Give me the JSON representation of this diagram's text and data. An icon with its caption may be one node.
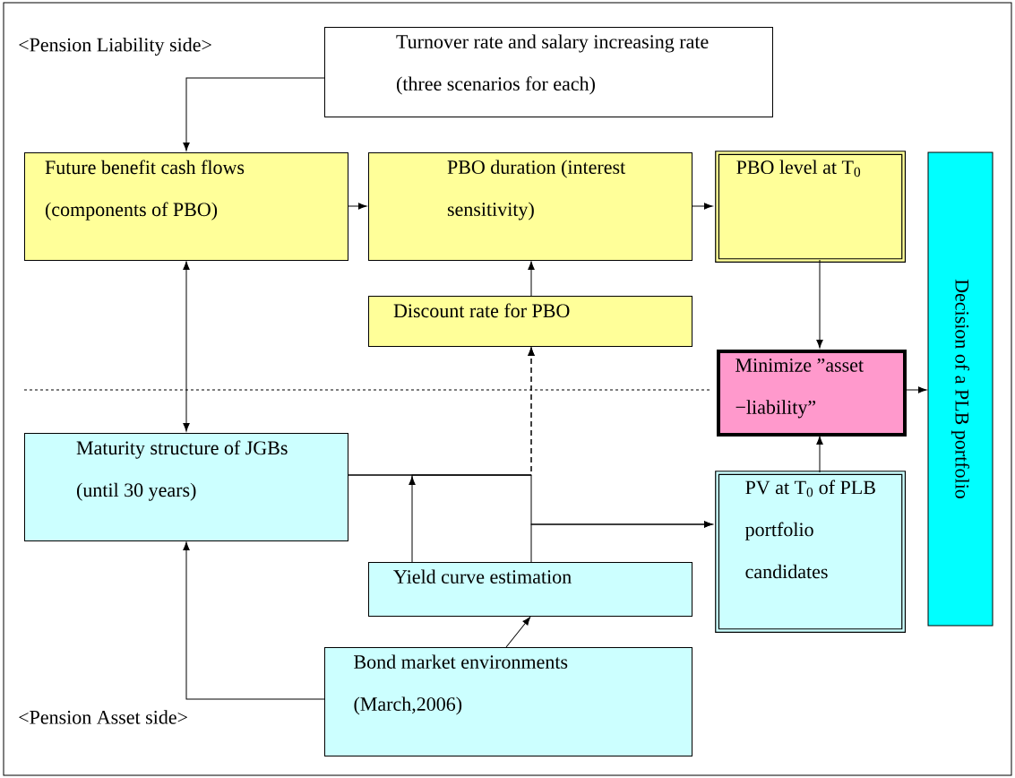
{
  "diagram": {
    "nodes": [
      {
        "text": [
          "Turnover rate and salary increasing rate (three scenarios for each)"
        ]
      },
      {
        "text": [
          "Future benefit cash flows (components of PBO)"
        ]
      },
      {
        "text": [
          "PBO duration (interest sensitivity)"
        ]
      },
      {
        "text": [
          "PBO level at T$_{0}$"
        ]
      },
      {
        "text": [
          "Discount rate for PBO"
        ]
      },
      {
        "text": [
          "Minimize ”asset −liability”"
        ]
      },
      {
        "text": [
          "Decision of a PLB portfolio"
        ]
      },
      {
        "text": [
          "Maturity structure of JGBs (until 30 years)"
        ]
      },
      {
        "text": [
          "PV at T$_{0}$ of PLB portfolio candidates"
        ]
      },
      {
        "text": [
          "Yield curve estimation"
        ]
      },
      {
        "text": [
          "Bond market environments (March,2006)"
        ]
      }
    ],
    "edges": [
      {
        "from": 0,
        "to": 1,
        "arrow": "to"
      },
      {
        "from": 1,
        "to": 2,
        "arrow": "to"
      },
      {
        "from": 2,
        "to": 3,
        "arrow": "to"
      },
      {
        "from": 4,
        "to": 2,
        "arrow": "to"
      },
      {
        "from": 3,
        "to": 5,
        "arrow": "to"
      },
      {
        "from": 5,
        "to": 6,
        "arrow": "to"
      },
      {
        "from": 1,
        "to": 7,
        "arrow": "both"
      },
      {
        "from": 8,
        "to": 5,
        "arrow": "to"
      },
      {
        "from": 10,
        "to": 7,
        "arrow": "to"
      },
      {
        "from": 10,
        "to": 9,
        "arrow": "to"
      },
      {
        "from": 7,
        "to": 8,
        "arrow": "to"
      },
      {
        "from": 7,
        "to": 4,
        "arrow": "to",
        "style": "dashed"
      },
      {
        "from": 9,
        "to": 8,
        "arrow": "to"
      },
      {
        "from": 9,
        "to": 4,
        "arrow": "to",
        "style": "dashed"
      }
    ],
    "labels": [
      "<Pension Liability side>",
      "<Pension Asset side>"
    ]
  }
}
